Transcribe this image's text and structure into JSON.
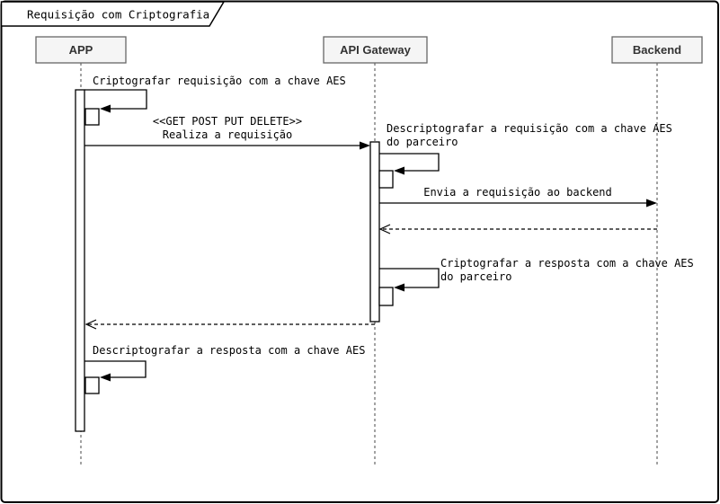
{
  "frame": {
    "title": "Requisição com Criptografia"
  },
  "participants": [
    {
      "label": "APP"
    },
    {
      "label": "API Gateway"
    },
    {
      "label": "Backend"
    }
  ],
  "messages": [
    {
      "type": "self",
      "from": "APP",
      "label": "Criptografar requisição com a chave AES"
    },
    {
      "type": "sync",
      "from": "APP",
      "to": "API Gateway",
      "stereotype": "<<GET POST PUT DELETE>>",
      "label": "Realiza a requisição"
    },
    {
      "type": "self",
      "from": "API Gateway",
      "label": "Descriptografar a requisição com a chave AES",
      "label2": "do parceiro"
    },
    {
      "type": "sync",
      "from": "API Gateway",
      "to": "Backend",
      "label": "Envia a requisição ao backend"
    },
    {
      "type": "return",
      "from": "Backend",
      "to": "API Gateway"
    },
    {
      "type": "self",
      "from": "API Gateway",
      "label": "Criptografar a resposta com a chave AES",
      "label2": "do parceiro"
    },
    {
      "type": "return",
      "from": "API Gateway",
      "to": "APP"
    },
    {
      "type": "self",
      "from": "APP",
      "label": "Descriptografar a resposta com a chave AES"
    }
  ],
  "colors": {
    "frame_stroke": "#000000",
    "participant_fill": "#f5f5f5",
    "participant_stroke": "#666666",
    "participant_text": "#333333",
    "lifeline_stroke": "#666666",
    "message_stroke": "#000000",
    "activation_fill": "#ffffff",
    "activation_stroke": "#000000"
  }
}
